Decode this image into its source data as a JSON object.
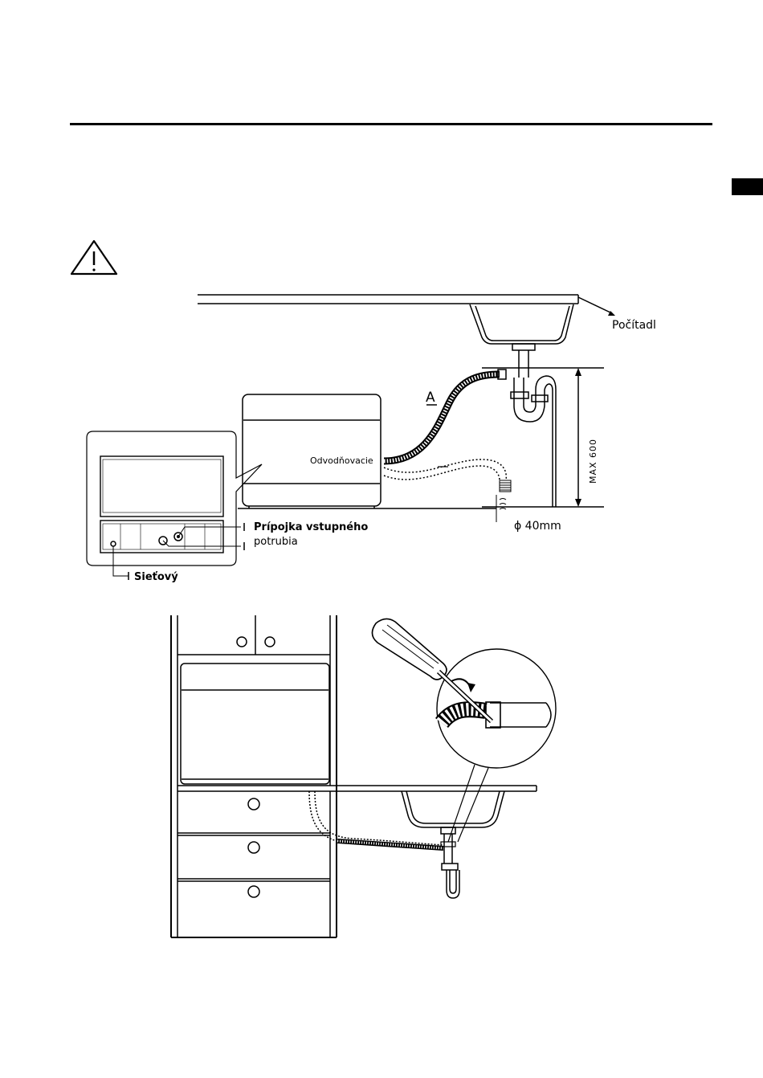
{
  "colors": {
    "ink": "#000000",
    "paper": "#ffffff"
  },
  "icons": {
    "warning": "warning-triangle-icon"
  },
  "diagram_top": {
    "label_sink": "Počítadl",
    "label_hose_letter": "A",
    "label_max": "MAX 600",
    "label_drain": "Odvodňovacie",
    "label_diameter": "ϕ 40mm",
    "label_inlet_line1": "Prípojka vstupného",
    "label_inlet_line2": "potrubia",
    "label_power": "Sieťový"
  }
}
